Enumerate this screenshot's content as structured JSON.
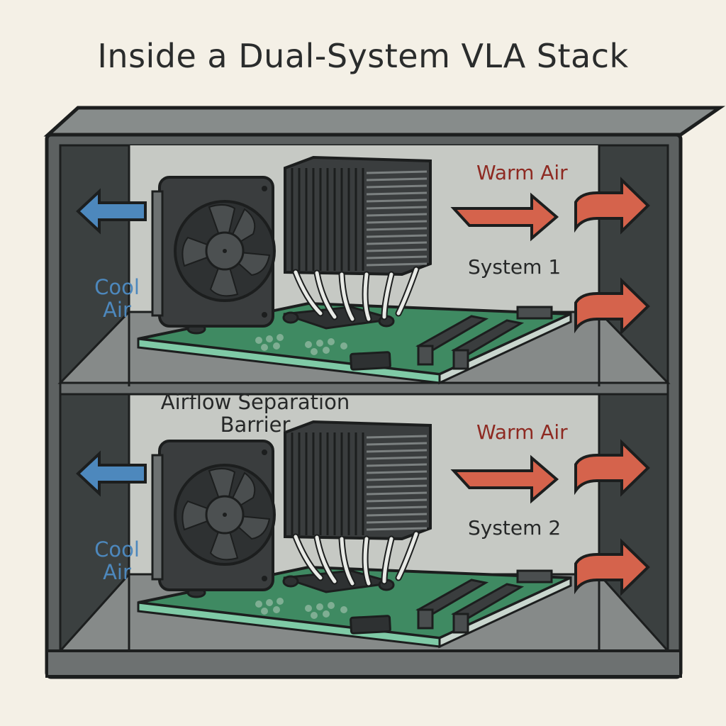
{
  "title": "Inside a Dual-System VLA Stack",
  "colors": {
    "background": "#f4f0e6",
    "chassis": "#5d6161",
    "chassis_dark": "#3b4040",
    "interior": "#c6c9c4",
    "pcb": "#3f8a62",
    "cool_air": "#4d88bd",
    "warm_air": "#d5634c",
    "warm_label": "#8e2a22"
  },
  "systems": [
    {
      "label": "System 1",
      "cool_air_label": [
        "Cool",
        "Air"
      ],
      "warm_air_label": "Warm Air",
      "components": [
        "fan-icon",
        "heatsink-icon",
        "heatpipes",
        "motherboard-icon",
        "ram-slots",
        "chip"
      ]
    },
    {
      "label": "System 2",
      "cool_air_label": [
        "Cool",
        "Air"
      ],
      "warm_air_label": "Warm Air",
      "components": [
        "fan-icon",
        "heatsink-icon",
        "heatpipes",
        "motherboard-icon",
        "ram-slots",
        "chip"
      ]
    }
  ],
  "barrier_label": [
    "Airflow Separation",
    "Barrier"
  ]
}
